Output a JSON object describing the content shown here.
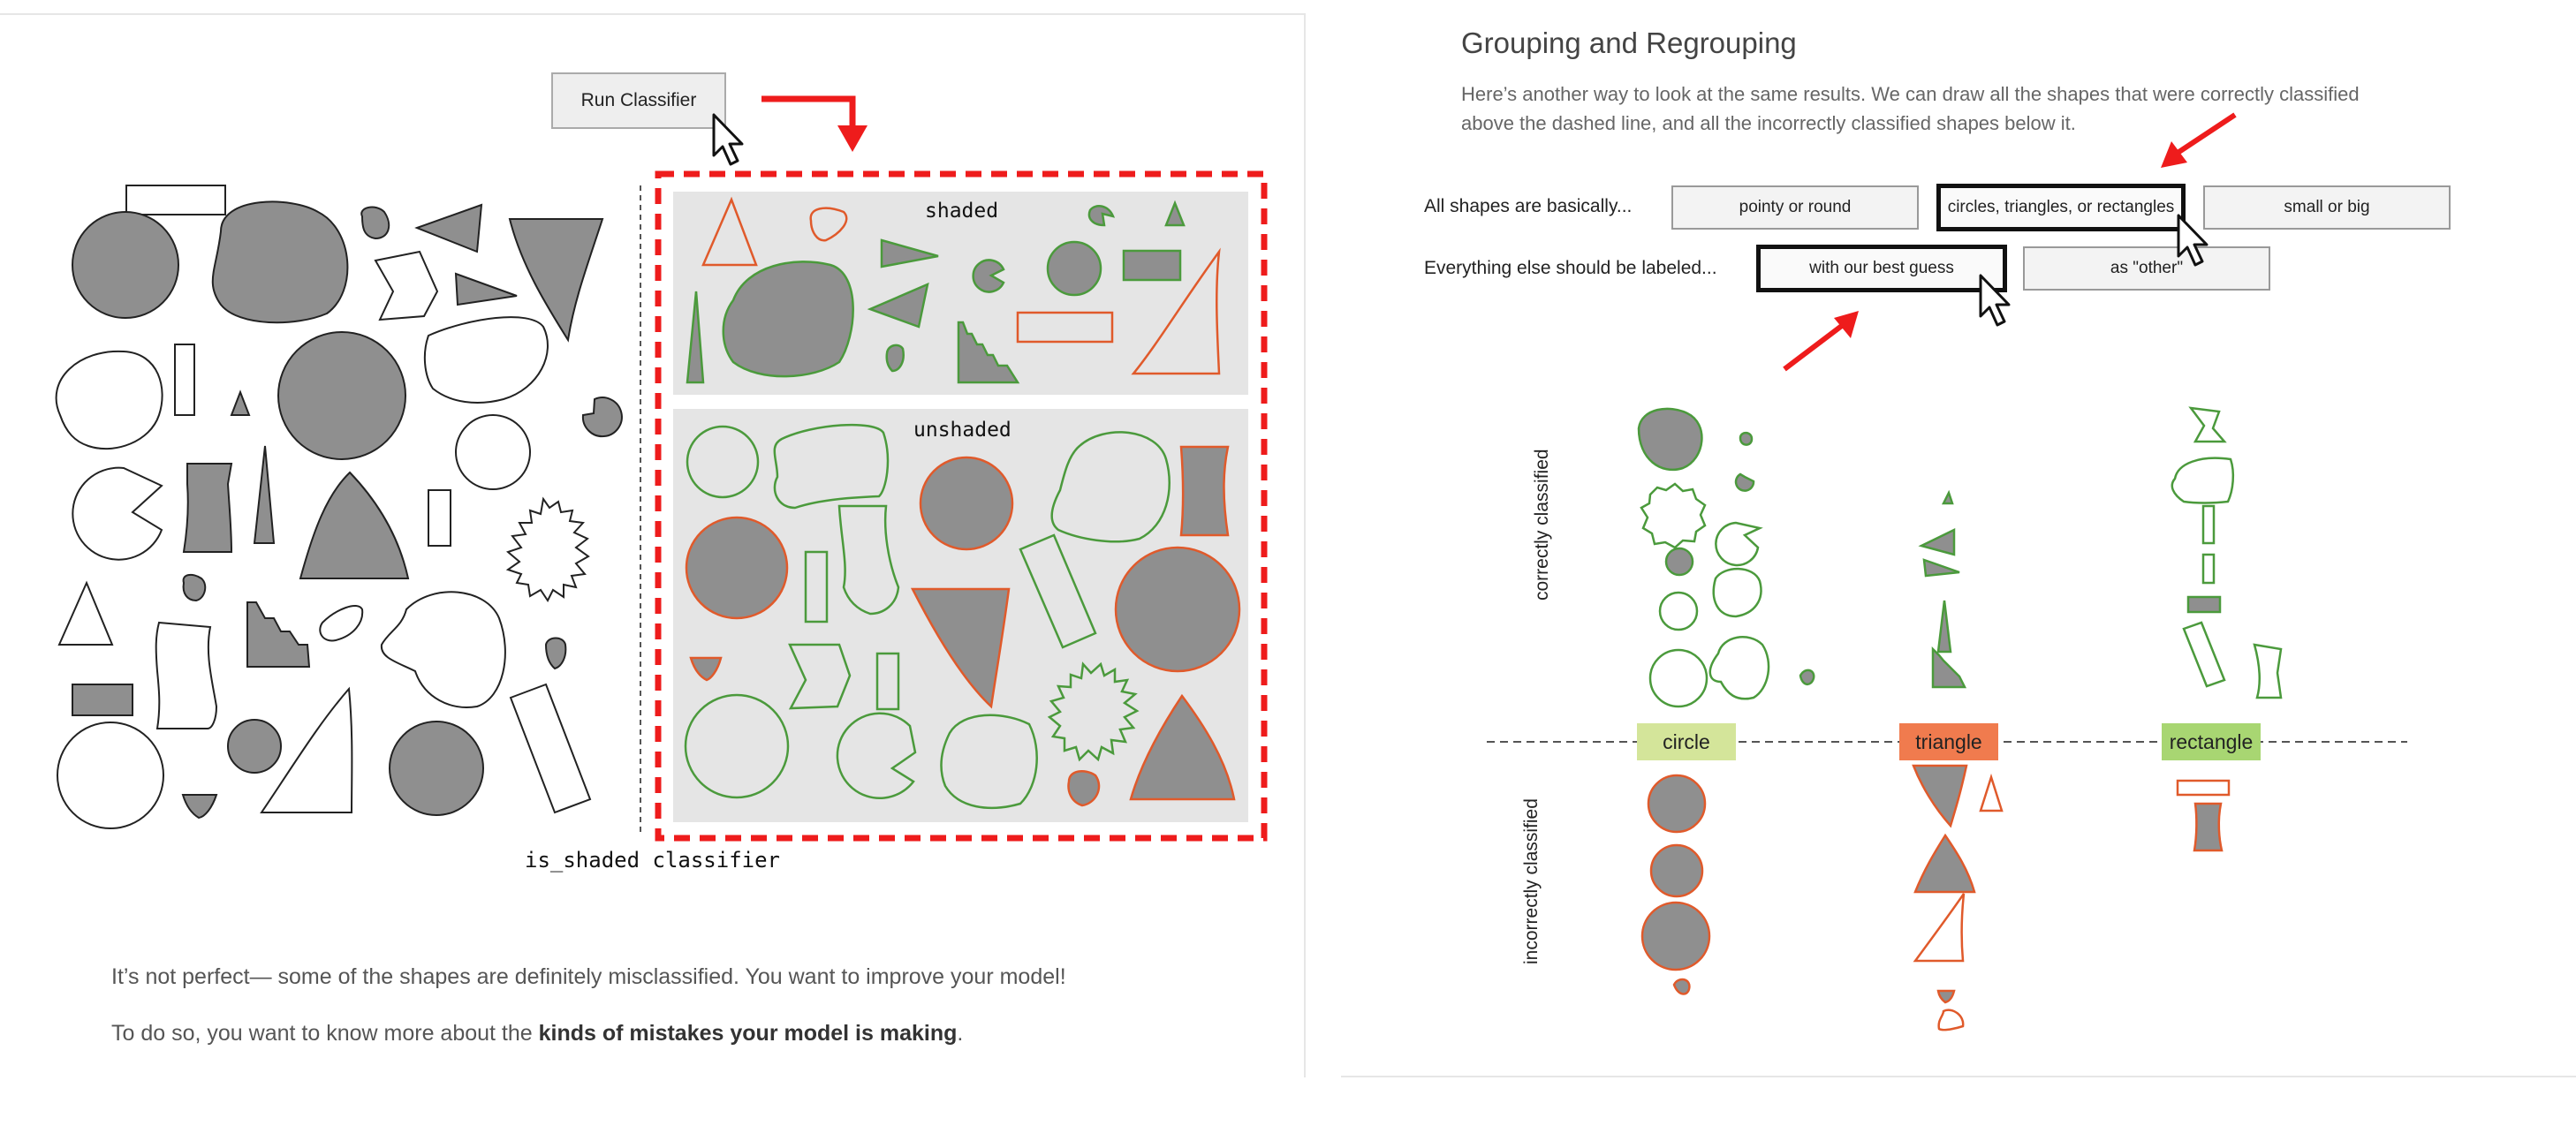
{
  "left": {
    "run_button": "Run Classifier",
    "shaded_label": "shaded",
    "unshaded_label": "unshaded",
    "classifier_caption": "is_shaded classifier",
    "para1": "It’s not perfect— some of the shapes are definitely misclassified. You want to improve your model!",
    "para2_prefix": "To do so, you want to know more about the ",
    "para2_bold": "kinds of mistakes your model is making",
    "para2_suffix": "."
  },
  "right": {
    "title": "Grouping and Regrouping",
    "desc_line1": "Here’s another way to look at the same results. We can draw all the shapes that were correctly classified",
    "desc_line2": "above the dashed line, and all the incorrectly classified shapes below it.",
    "row1_label": "All shapes are basically...",
    "row1_options": [
      "pointy or round",
      "circles, triangles, or rectangles",
      "small or big"
    ],
    "row1_selected": "circles, triangles, or rectangles",
    "row2_label": "Everything else should be labeled...",
    "row2_options": [
      "with our best guess",
      "as \"other\""
    ],
    "row2_selected": "with our best guess",
    "correct_label": "correctly classified",
    "incorrect_label": "incorrectly classified",
    "categories": [
      {
        "name": "circle",
        "color": "#d4e59a"
      },
      {
        "name": "triangle",
        "color": "#f07b4e"
      },
      {
        "name": "rectangle",
        "color": "#a8d672"
      }
    ]
  },
  "colors": {
    "shape_fill_gray": "#8f8f8f",
    "correct_green": "#4b9a3c",
    "incorrect_orange": "#e05a2b",
    "red_annotation": "#ee1c1c",
    "panel_bg": "#e5e5e5"
  },
  "icons": [
    "cursor-arrow-icon",
    "red-arrow-icon"
  ]
}
